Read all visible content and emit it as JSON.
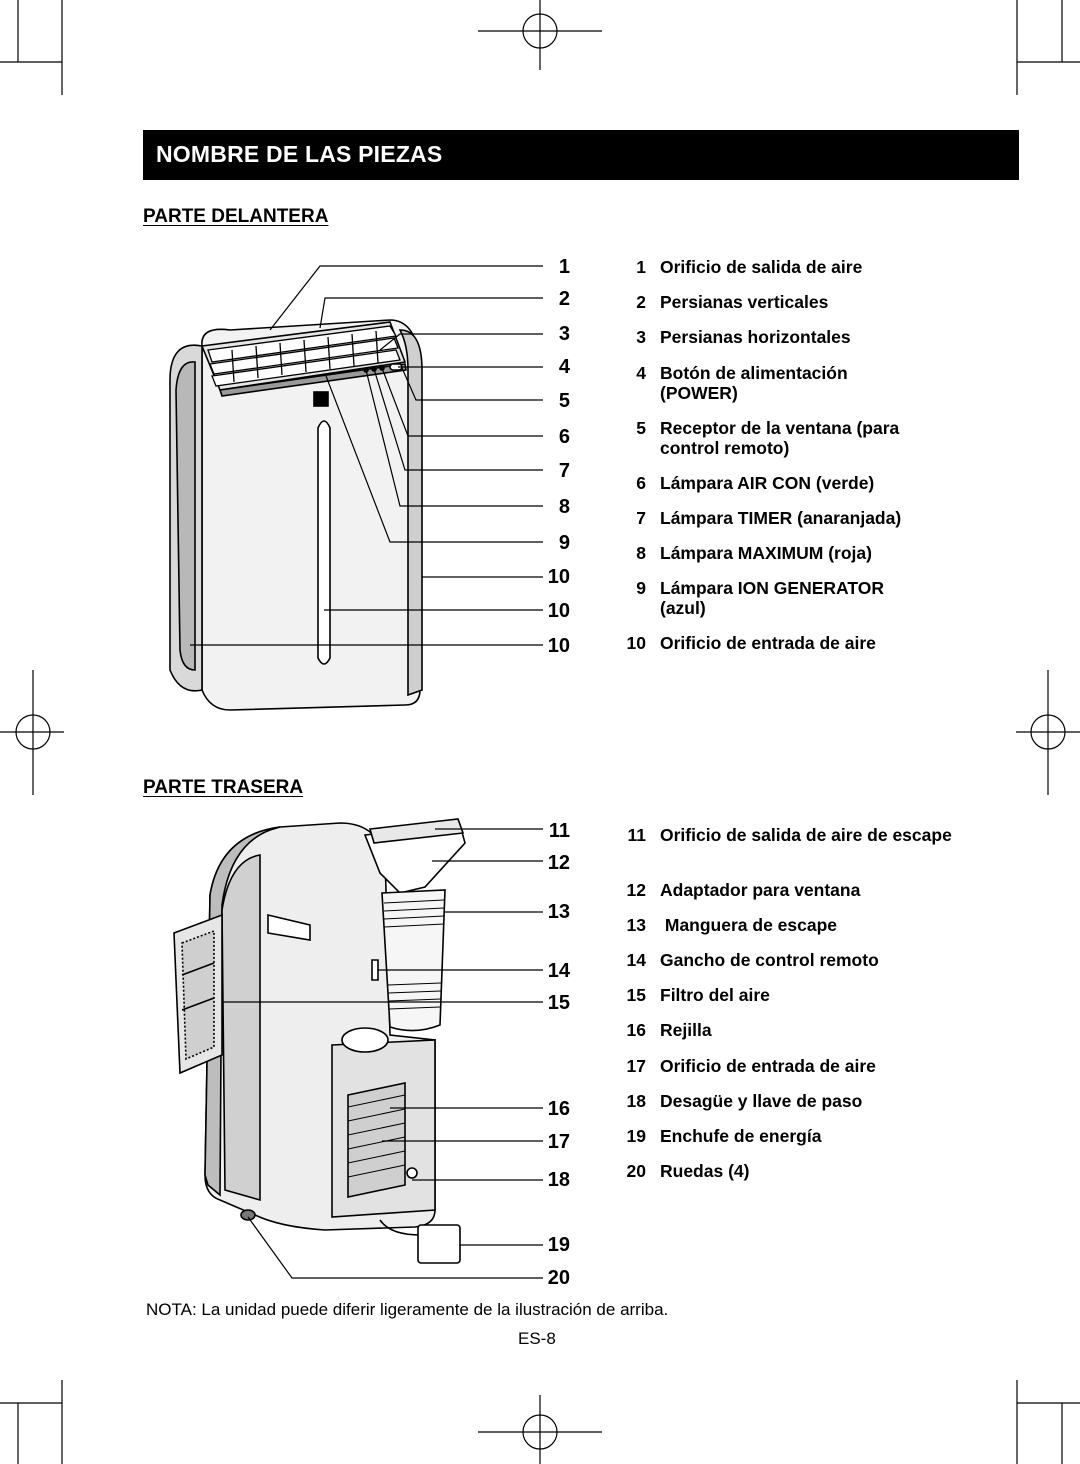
{
  "header": {
    "title": "NOMBRE DE LAS PIEZAS"
  },
  "front": {
    "heading": "PARTE DELANTERA",
    "callouts": [
      "1",
      "2",
      "3",
      "4",
      "5",
      "6",
      "7",
      "8",
      "9",
      "10",
      "10",
      "10"
    ],
    "items": [
      {
        "num": "1",
        "label": "Orificio de salida de aire"
      },
      {
        "num": "2",
        "label": "Persianas verticales"
      },
      {
        "num": "3",
        "label": "Persianas horizontales"
      },
      {
        "num": "4",
        "label": "Botón de alimentación (POWER)"
      },
      {
        "num": "5",
        "label": "Receptor de la ventana (para control remoto)"
      },
      {
        "num": "6",
        "label": "Lámpara AIR CON (verde)"
      },
      {
        "num": "7",
        "label": "Lámpara TIMER (anaranjada)"
      },
      {
        "num": "8",
        "label": "Lámpara MAXIMUM (roja)"
      },
      {
        "num": "9",
        "label": "Lámpara ION GENERATOR (azul)"
      },
      {
        "num": "10",
        "label": "Orificio de entrada de aire"
      }
    ]
  },
  "rear": {
    "heading": "PARTE TRASERA",
    "callouts": [
      "11",
      "12",
      "13",
      "14",
      "15",
      "16",
      "17",
      "18",
      "19",
      "20"
    ],
    "items": [
      {
        "num": "11",
        "label": "Orificio de salida de aire de escape"
      },
      {
        "num": "12",
        "label": "Adaptador para ventana"
      },
      {
        "num": "13",
        "label": " Manguera de escape"
      },
      {
        "num": "14",
        "label": "Gancho de control remoto"
      },
      {
        "num": "15",
        "label": "Filtro del aire"
      },
      {
        "num": "16",
        "label": "Rejilla"
      },
      {
        "num": "17",
        "label": "Orificio de entrada de aire"
      },
      {
        "num": "18",
        "label": "Desagüe y llave de paso"
      },
      {
        "num": "19",
        "label": "Enchufe de energía"
      },
      {
        "num": "20",
        "label": "Ruedas (4)"
      }
    ]
  },
  "footer": {
    "note": "NOTA: La unidad puede diferir ligeramente de la ilustración de arriba.",
    "page": "ES-8"
  }
}
